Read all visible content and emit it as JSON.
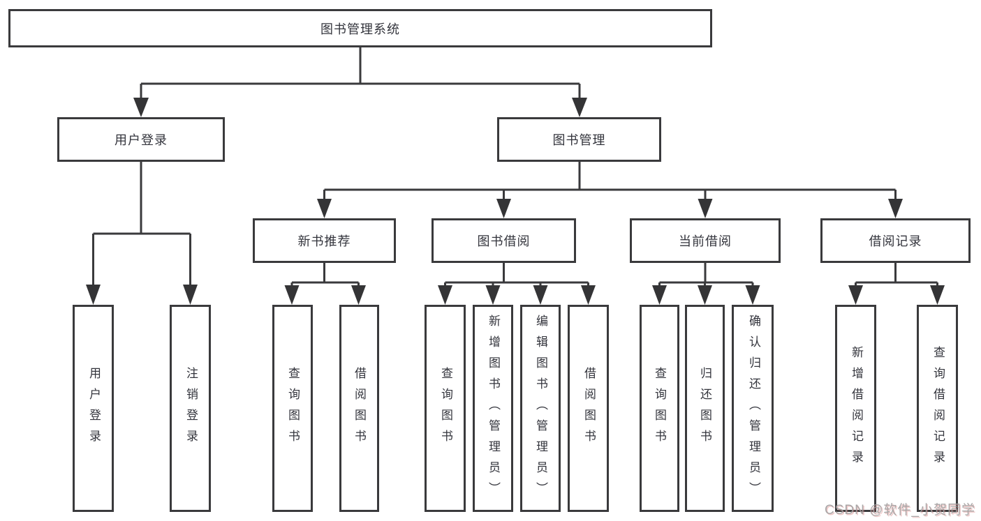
{
  "diagram_type": "hierarchy-tree",
  "colors": {
    "background": "#ffffff",
    "line": "#3a3a3c",
    "node_border": "#3a3a3c",
    "node_fill": "#ffffff",
    "text": "#33343c",
    "watermark_gray": "#a2a0a0",
    "watermark_red_tint": "#d77878"
  },
  "tree": {
    "root": {
      "label": "图书管理系统",
      "children": [
        {
          "label": "用户登录",
          "children": [
            {
              "label": "用户登录"
            },
            {
              "label": "注销登录"
            }
          ]
        },
        {
          "label": "图书管理",
          "children": [
            {
              "label": "新书推荐",
              "children": [
                {
                  "label": "查询图书"
                },
                {
                  "label": "借阅图书"
                }
              ]
            },
            {
              "label": "图书借阅",
              "children": [
                {
                  "label": "查询图书"
                },
                {
                  "label": "新增图书（管理员）"
                },
                {
                  "label": "编辑图书（管理员）"
                },
                {
                  "label": "借阅图书"
                }
              ]
            },
            {
              "label": "当前借阅",
              "children": [
                {
                  "label": "查询图书"
                },
                {
                  "label": "归还图书"
                },
                {
                  "label": "确认归还（管理员）"
                }
              ]
            },
            {
              "label": "借阅记录",
              "children": [
                {
                  "label": "新增借阅记录"
                },
                {
                  "label": "查询借阅记录"
                }
              ]
            }
          ]
        }
      ]
    }
  },
  "watermark": {
    "text": "CSDN @软件_小贺同学"
  }
}
